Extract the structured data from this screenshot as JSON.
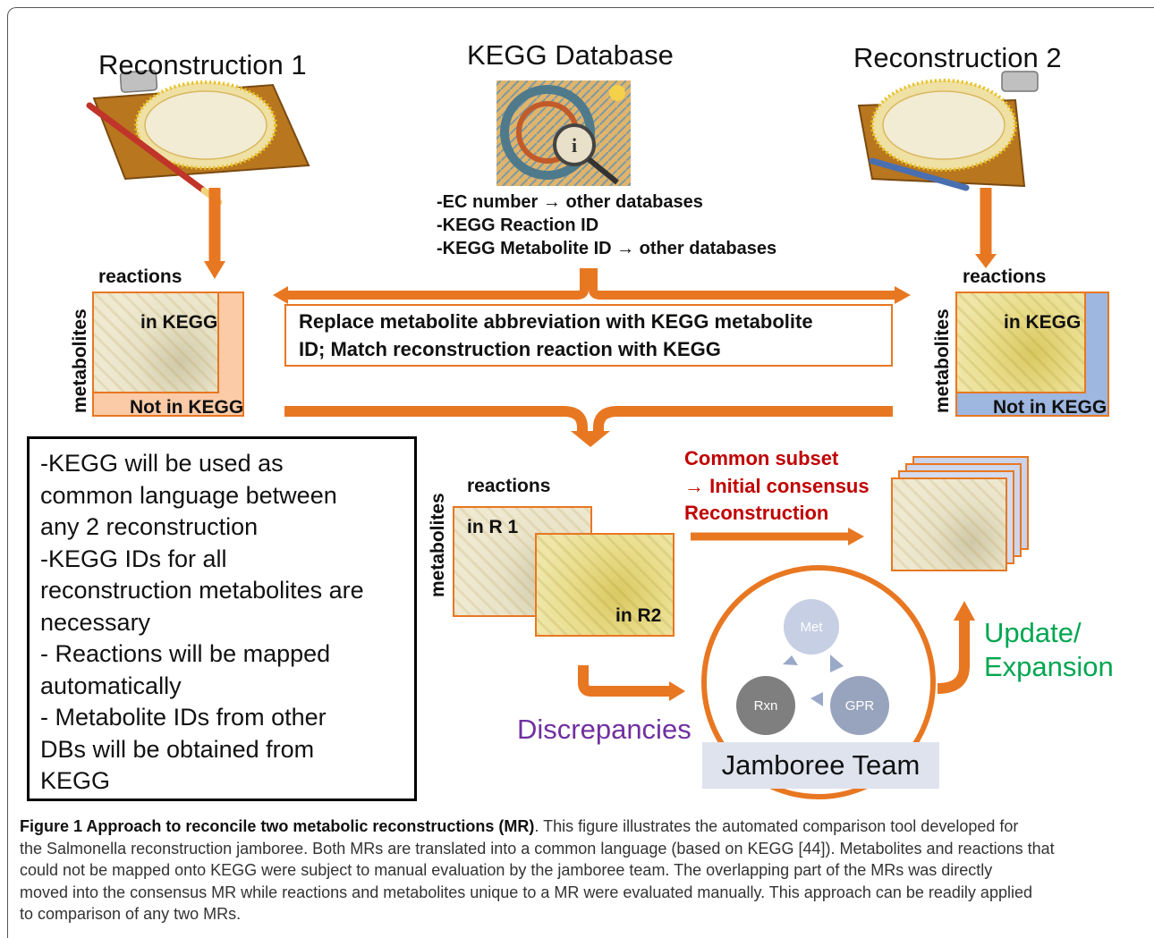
{
  "titles": {
    "reconstruction1": "Reconstruction 1",
    "kegg_database": "KEGG Database",
    "reconstruction2": "Reconstruction 2"
  },
  "kegg_db_items": [
    "-EC number → other databases",
    "-KEGG Reaction ID",
    "-KEGG Metabolite ID → other databases"
  ],
  "axis_labels": {
    "reactions": "reactions",
    "metabolites": "metabolites"
  },
  "matrix_labels": {
    "in_kegg": "in KEGG",
    "not_in_kegg": "Not in KEGG",
    "in_r1": "in R 1",
    "in_r2": "in R2"
  },
  "replace_box": {
    "line1": "Replace metabolite abbreviation with KEGG metabolite",
    "line2": "ID; Match reconstruction reaction with KEGG"
  },
  "notes": [
    "-KEGG will be used as",
    "common language between",
    "any 2 reconstruction",
    "-KEGG IDs for all",
    "reconstruction metabolites are",
    "necessary",
    "- Reactions will be mapped",
    "automatically",
    "- Metabolite IDs from other",
    "DBs will be obtained from",
    "KEGG"
  ],
  "consensus_label": {
    "line1": "Common subset",
    "line2": "→ Initial consensus",
    "line3": "Reconstruction"
  },
  "cycle_nodes": {
    "met": "Met",
    "rxn": "Rxn",
    "gpr": "GPR"
  },
  "update_label": {
    "line1": "Update/",
    "line2": "Expansion"
  },
  "discrepancies": "Discrepancies",
  "jamboree_team": "Jamboree Team",
  "caption": {
    "title": "Figure 1 Approach to reconcile two metabolic reconstructions (MR)",
    "body_lines": [
      ". This figure illustrates the automated comparison tool developed for",
      "the Salmonella reconstruction jamboree. Both MRs are translated into a common language (based on KEGG [44]). Metabolites and reactions that",
      "could not be mapped onto KEGG were subject to manual evaluation by the jamboree team. The overlapping part of the MRs was directly",
      "moved into the consensus MR while reactions and metabolites unique to a MR were evaluated manually. This approach can be readily applied",
      "to comparison of any two MRs."
    ]
  },
  "colors": {
    "arrow_orange": "#e87722",
    "consensus_red": "#c00000",
    "update_green": "#00a651",
    "discrepancies_purple": "#7030a0",
    "matrix_peach": "#fbcaa6",
    "matrix_blue": "#9db7e0",
    "node_gray": "#7f7f7f"
  }
}
